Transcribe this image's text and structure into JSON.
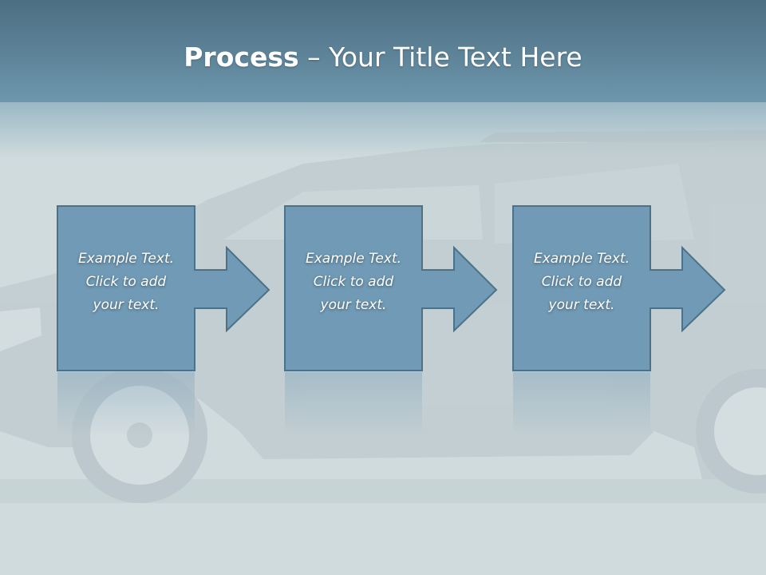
{
  "title": {
    "bold": "Process",
    "rest": " – Your Title Text Here"
  },
  "steps": [
    {
      "line1": "Example Text.",
      "line2": "Click  to add",
      "line3": "your text."
    },
    {
      "line1": "Example Text.",
      "line2": "Click  to add",
      "line3": "your text."
    },
    {
      "line1": "Example Text.",
      "line2": "Click  to add",
      "line3": "your text."
    }
  ],
  "colors": {
    "header_top": "#4c6e82",
    "header_bottom": "#6f98ae",
    "box_fill": "#709ab5",
    "box_border": "#4d7288",
    "background": "#cfdbdd"
  }
}
